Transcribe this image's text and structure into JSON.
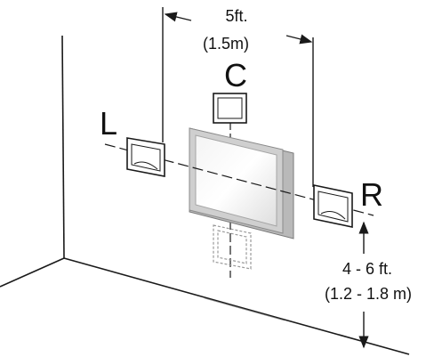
{
  "labels": {
    "left": "L",
    "center": "C",
    "right": "R"
  },
  "dimensions": {
    "width_ft": "5ft.",
    "width_m": "(1.5m)",
    "height_ft": "4 - 6 ft.",
    "height_m": "(1.2 - 1.8 m)"
  },
  "colors": {
    "line": "#1a1a1a",
    "tv_frame": "#c9c9c9",
    "tv_screen": "#e6e6e6",
    "dashed_speaker": "#9a9a9a"
  }
}
